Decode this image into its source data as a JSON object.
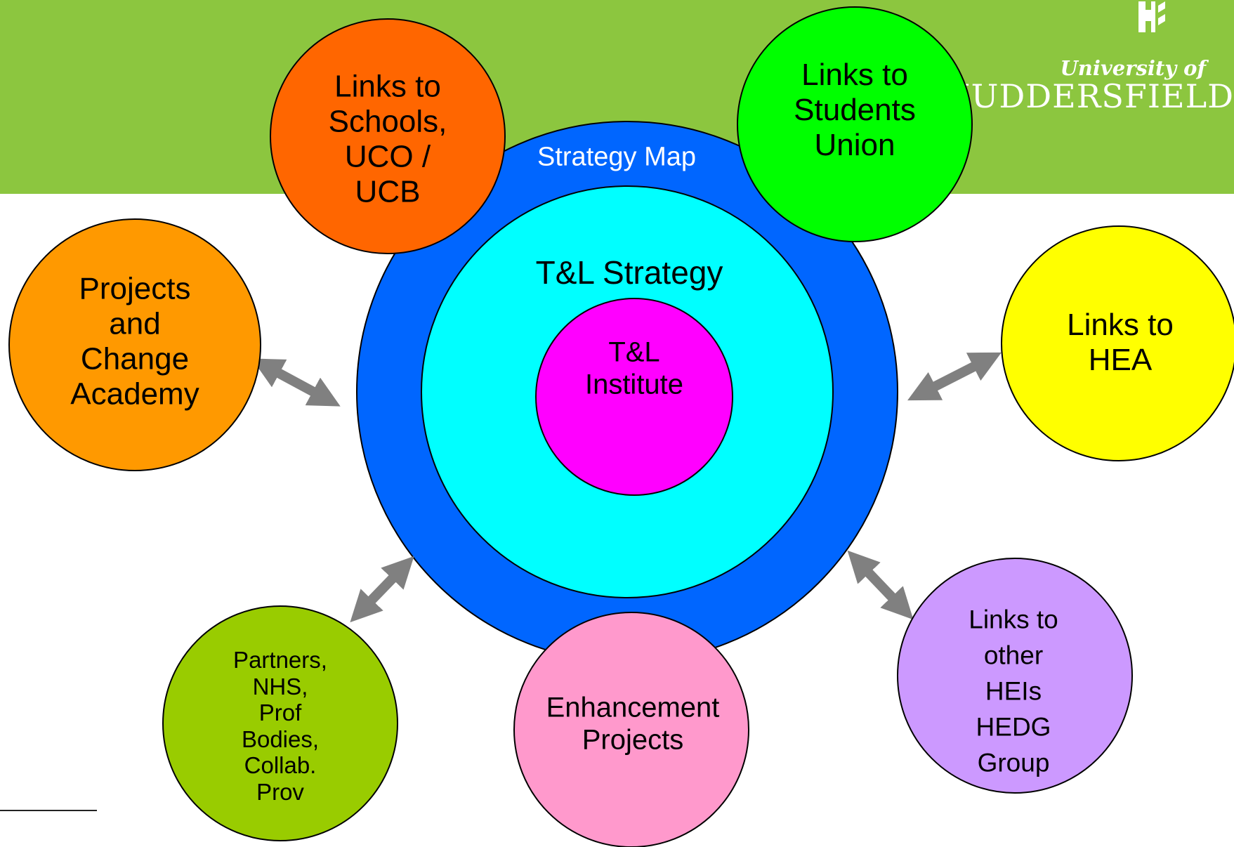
{
  "logo": {
    "university_of": "University of",
    "name": "HUDDERSFIELD",
    "mark_icon": "huddersfield-crest-icon"
  },
  "colors": {
    "header_band": "#8cc63f",
    "strategy_map": "#0066ff",
    "tl_strategy": "#00ffff",
    "tl_institute": "#ff00ff",
    "schools": "#ff6600",
    "students_union": "#00ff00",
    "hea": "#ffff00",
    "projects_change": "#ff9900",
    "partners": "#99cc00",
    "enhancement": "#ff99cc",
    "other_heis": "#cc99ff",
    "arrow": "#808080"
  },
  "diagram": {
    "strategy_map_label": "Strategy Map",
    "tl_strategy_label": "T&L Strategy",
    "tl_institute_label": "T&L\nInstitute",
    "schools_label": "Links to\nSchools,\nUCO /\nUCB",
    "students_union_label": "Links to\nStudents\nUnion",
    "hea_label": "Links to\nHEA",
    "projects_change_label": "Projects\nand\nChange\nAcademy",
    "partners_label": "Partners,\nNHS,\nProf\nBodies,\nCollab.\nProv",
    "enhancement_label": "Enhancement\nProjects",
    "other_heis_label": "Links to\nother\nHEIs\nHEDG\nGroup"
  }
}
